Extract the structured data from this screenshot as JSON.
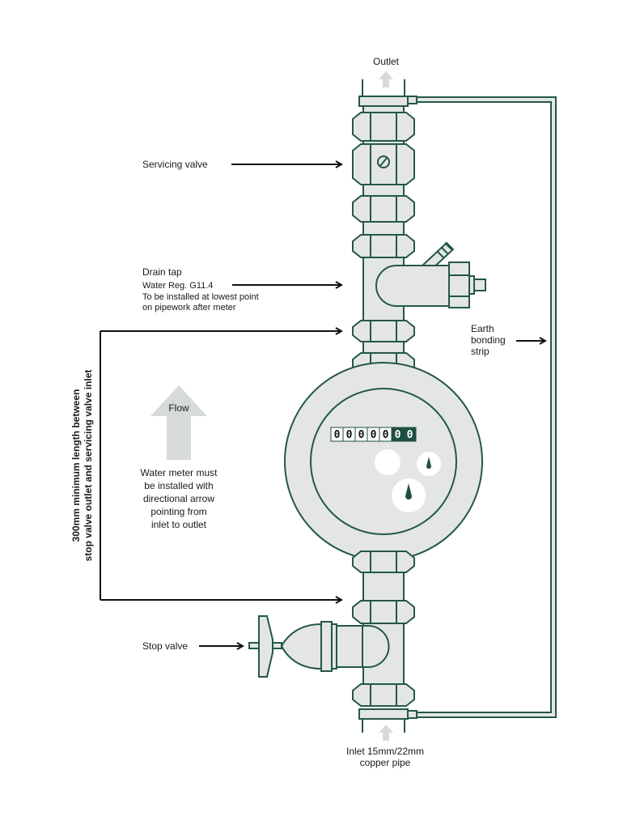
{
  "diagram": {
    "title": "Water meter installation",
    "colors": {
      "line": "#24574a",
      "fill": "#e3e6e4",
      "arrow_fill": "#d6dbd8",
      "text": "#1a1a1a",
      "counter_dark": "#1e4f43"
    },
    "labels": {
      "outlet": "Outlet",
      "servicing_valve": "Servicing valve",
      "drain_tap_1": "Drain tap",
      "drain_tap_2": "Water Reg. G11.4",
      "drain_tap_3": "To be installed at lowest point",
      "drain_tap_4": "on pipework after meter",
      "earth_1": "Earth",
      "earth_2": "bonding",
      "earth_3": "strip",
      "flow": "Flow",
      "meter_note": [
        "Water meter must",
        "be installed with",
        "directional arrow",
        "pointing from",
        "inlet to outlet"
      ],
      "min_length_1": "300mm minimum length between",
      "min_length_2": "stop valve outlet and servicing valve inlet",
      "stop_valve": "Stop valve",
      "inlet_1": "Inlet 15mm/22mm",
      "inlet_2": "copper pipe"
    },
    "meter": {
      "counter_digits": [
        "0",
        "0",
        "0",
        "0",
        "0",
        "0",
        "0"
      ],
      "counter_dark_from_index": 5
    },
    "icons": [
      "outlet-arrow-icon",
      "inlet-arrow-icon",
      "flow-arrow-icon",
      "valve-slot-icon",
      "dial-needle-icon"
    ]
  }
}
